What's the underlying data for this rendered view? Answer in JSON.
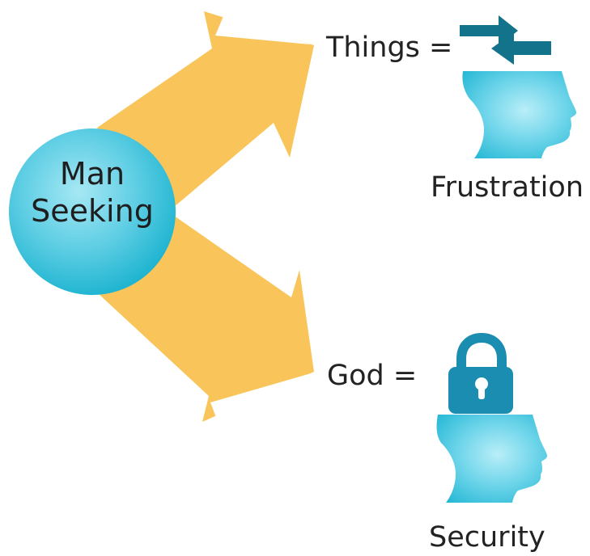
{
  "center": {
    "line1": "Man",
    "line2": "Seeking"
  },
  "branches": [
    {
      "label": "Things =",
      "outcome": "Frustration",
      "icon": "swap-arrows-icon"
    },
    {
      "label": "God =",
      "outcome": "Security",
      "icon": "padlock-icon"
    }
  ],
  "colors": {
    "arrow": "#F9C55A",
    "circle_light": "#9FE6F3",
    "circle_dark": "#1FB6D2",
    "head_light": "#8FE3F2",
    "head_dark": "#29BAD6",
    "icon_teal": "#13738A",
    "padlock": "#1A8DB0",
    "text": "#222222"
  }
}
